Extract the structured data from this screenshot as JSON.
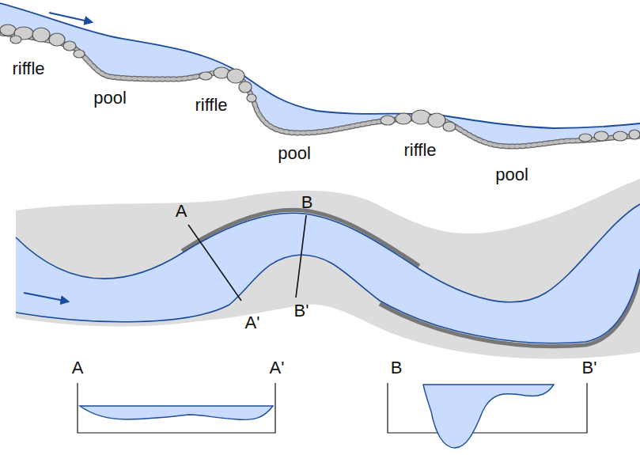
{
  "diagram": {
    "labels": [
      "riffle",
      "pool",
      "riffle",
      "pool",
      "riffle",
      "pool",
      "A",
      "B",
      "A'",
      "B'",
      "A",
      "A'",
      "B",
      "B'"
    ]
  }
}
